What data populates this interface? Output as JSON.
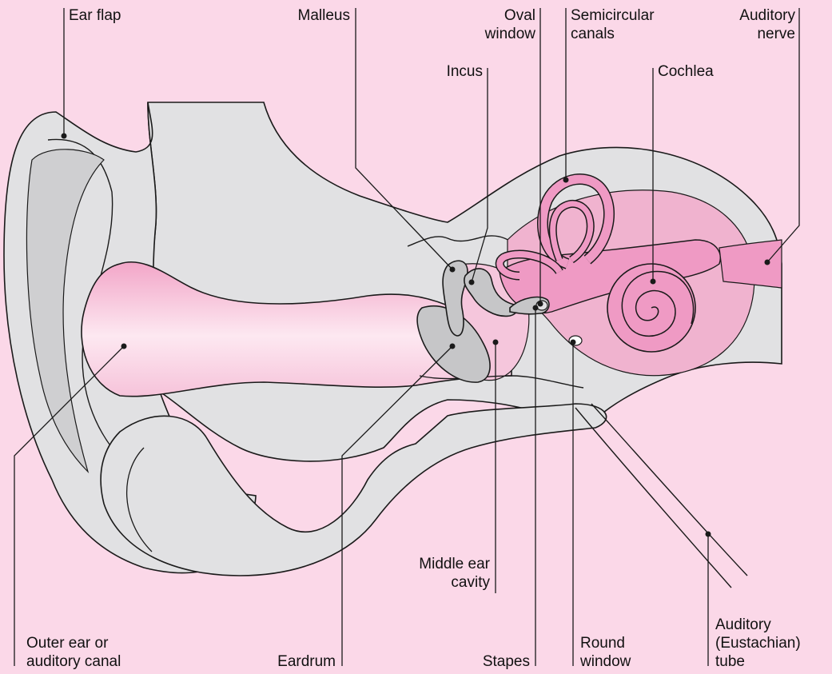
{
  "colors": {
    "background": "#fbd8e8",
    "tissue": "#e1e1e3",
    "bone_shade": "#c6c6c8",
    "inner_ear": "#ef9ac4",
    "canal": "#f5c6dc",
    "outline": "#1a1a1a"
  },
  "labels": {
    "ear_flap": "Ear flap",
    "malleus": "Malleus",
    "oval_window_1": "Oval",
    "oval_window_2": "window",
    "semicircular_1": "Semicircular",
    "semicircular_2": "canals",
    "auditory_nerve_1": "Auditory",
    "auditory_nerve_2": "nerve",
    "incus": "Incus",
    "cochlea": "Cochlea",
    "middle_ear_1": "Middle ear",
    "middle_ear_2": "cavity",
    "outer_ear_1": "Outer ear or",
    "outer_ear_2": "auditory canal",
    "eardrum": "Eardrum",
    "stapes": "Stapes",
    "round_window_1": "Round",
    "round_window_2": "window",
    "eustachian_1": "Auditory",
    "eustachian_2": "(Eustachian)",
    "eustachian_3": "tube"
  }
}
